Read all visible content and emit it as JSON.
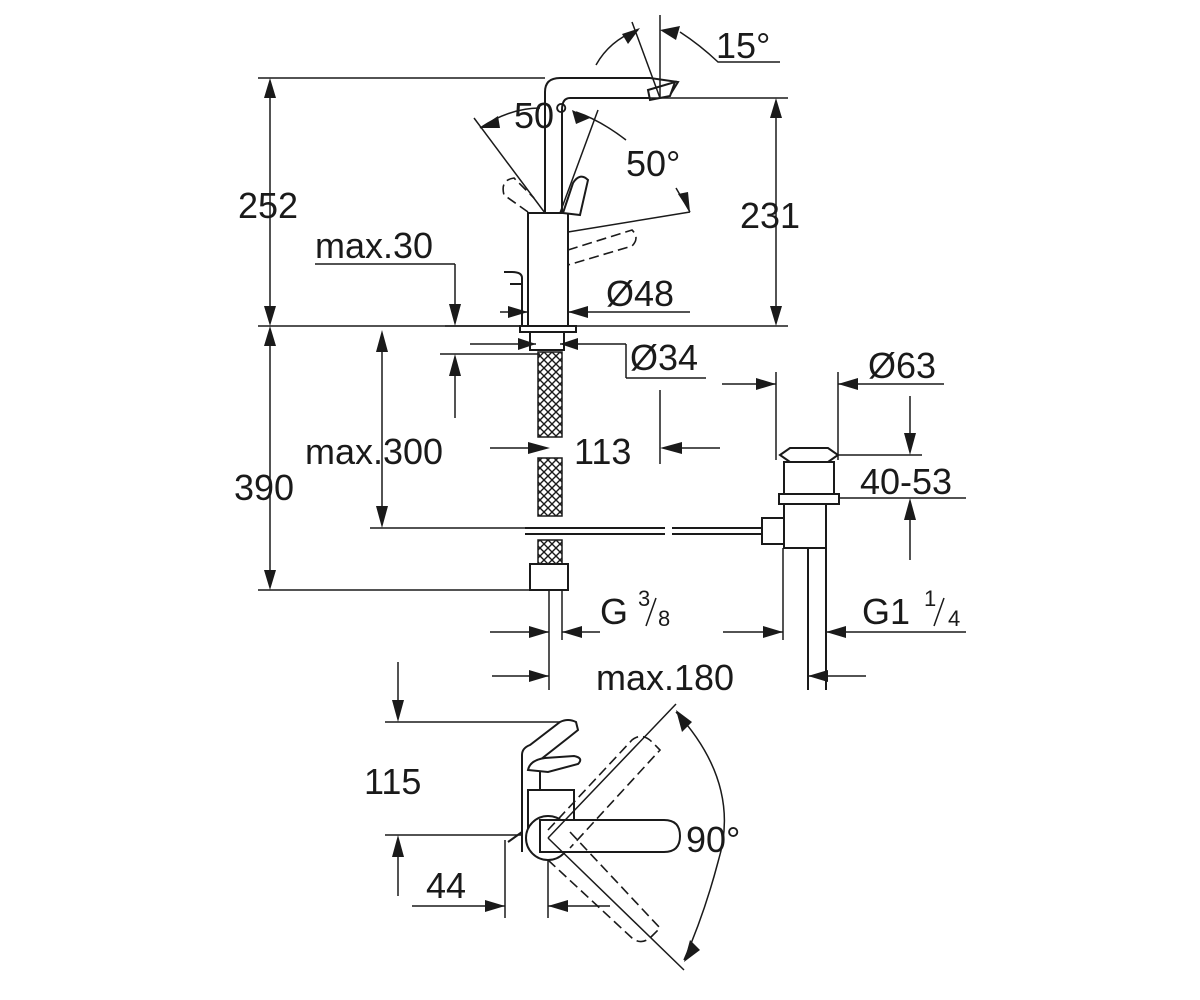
{
  "colors": {
    "line": "#1a1a1a",
    "background": "#ffffff"
  },
  "dimensions": {
    "spout_angle": "15°",
    "lever_angle_left": "50°",
    "lever_angle_right": "50°",
    "total_height": "252",
    "spout_height": "231",
    "max_thickness": "max.30",
    "body_diameter": "Ø48",
    "hole_diameter": "Ø34",
    "waste_diameter": "Ø63",
    "max_depth": "max.300",
    "hose_offset": "113",
    "under_height": "390",
    "waste_range": "40-53",
    "thread_left_main": "G",
    "thread_left_num": "3",
    "thread_left_den": "8",
    "thread_right_main": "G1",
    "thread_right_num": "1",
    "thread_right_den": "4",
    "max_reach": "max.180",
    "top_depth": "115",
    "rotation_angle": "90°",
    "lever_offset": "44"
  }
}
